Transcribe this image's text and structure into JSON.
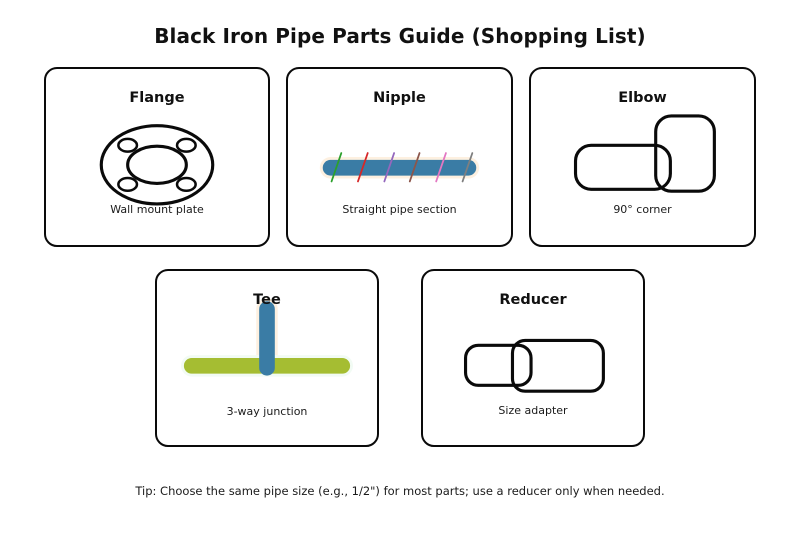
{
  "page": {
    "title": "Black Iron Pipe Parts Guide (Shopping List)",
    "tip": "Tip: Choose the same pipe size (e.g., 1/2\") for most parts; use a reducer only when needed.",
    "background": "#ffffff",
    "text_color": "#111111"
  },
  "palette": {
    "outline": "#0a0a0a",
    "pipe_blue": "#3a7ca5",
    "pipe_olive": "#a5bd32",
    "pipe_halo": "#fdf0e0",
    "thread_green": "#2ca02c",
    "thread_red": "#d62728",
    "thread_purple": "#9467bd",
    "thread_brown": "#8c564b",
    "thread_magenta": "#e377c2",
    "thread_gray": "#7f7f7f"
  },
  "cards": [
    {
      "id": "flange",
      "title": "Flange",
      "subtitle": "Wall mount plate",
      "art": "flange-diagram"
    },
    {
      "id": "nipple",
      "title": "Nipple",
      "subtitle": "Straight pipe section",
      "art": "nipple-diagram"
    },
    {
      "id": "elbow",
      "title": "Elbow",
      "subtitle": "90° corner",
      "art": "elbow-diagram"
    },
    {
      "id": "tee",
      "title": "Tee",
      "subtitle": "3-way junction",
      "art": "tee-diagram"
    },
    {
      "id": "reducer",
      "title": "Reducer",
      "subtitle": "Size adapter",
      "art": "reducer-diagram"
    }
  ]
}
